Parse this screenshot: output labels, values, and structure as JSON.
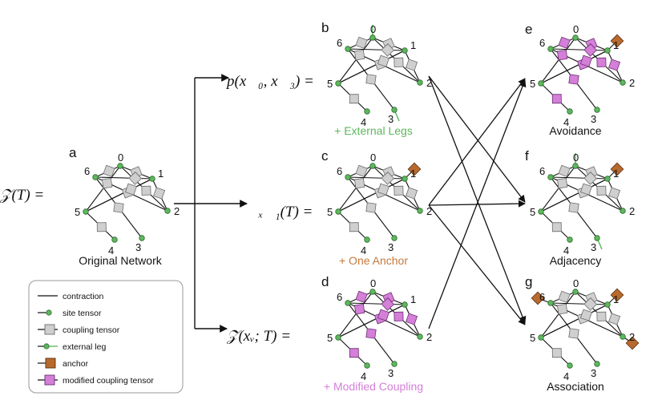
{
  "colors": {
    "site": "#5cb85c",
    "site_stroke": "#2e6b2e",
    "coupling": "#cfcfcf",
    "coupling_stroke": "#6b6b6b",
    "modified": "#d47fd8",
    "modified_stroke": "#6b2e70",
    "anchor": "#b86a2e",
    "anchor_stroke": "#5a2e10",
    "external_leg": "#4caf50",
    "caption_legs": "#5cb85c",
    "caption_anchor": "#c47a3e",
    "caption_modified": "#d47fd8",
    "line": "#111111"
  },
  "panels": {
    "a": {
      "letter": "a",
      "caption": "Original Network"
    },
    "b": {
      "letter": "b",
      "caption": "+ External Legs"
    },
    "c": {
      "letter": "c",
      "caption": "+ One Anchor"
    },
    "d": {
      "letter": "d",
      "caption": "+ Modified Coupling"
    },
    "e": {
      "letter": "e",
      "caption": "Avoidance"
    },
    "f": {
      "letter": "f",
      "caption": "Adjacency"
    },
    "g": {
      "letter": "g",
      "caption": "Association"
    }
  },
  "node_labels": [
    "0",
    "1",
    "2",
    "3",
    "4",
    "5",
    "6"
  ],
  "equations": {
    "a": "𝒵(T) =",
    "b": "p(x⃗₀, x⃗₃) =",
    "c": "𝒵ₓ⃗₁(T) =",
    "d": "𝒵(xᵥ; T) ="
  },
  "legend": {
    "contraction": "contraction",
    "site": "site tensor",
    "coupling": "coupling tensor",
    "external": "external leg",
    "anchor": "anchor",
    "modified": "modified coupling tensor"
  }
}
